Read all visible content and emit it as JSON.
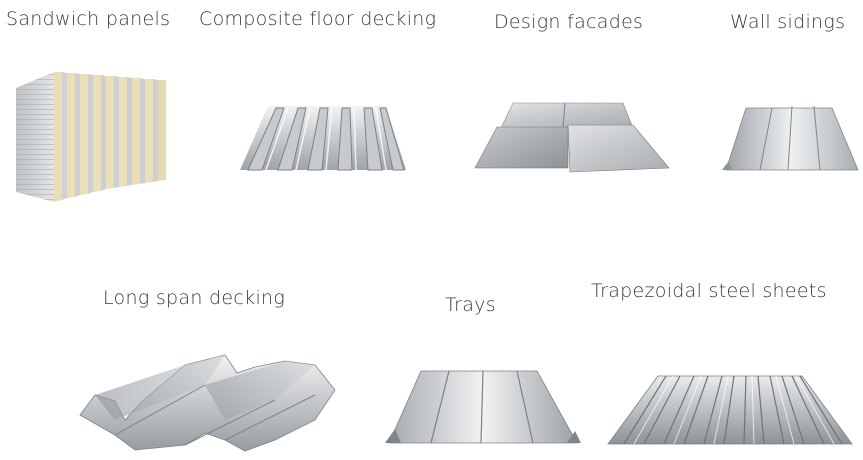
{
  "products": [
    {
      "id": "sandwich",
      "label": "Sandwich panels",
      "icon": "sandwich-panels-image"
    },
    {
      "id": "composite",
      "label": "Composite floor decking",
      "icon": "composite-floor-decking-image"
    },
    {
      "id": "facades",
      "label": "Design facades",
      "icon": "design-facades-image"
    },
    {
      "id": "wall",
      "label": "Wall sidings",
      "icon": "wall-sidings-image"
    },
    {
      "id": "longspan",
      "label": "Long span decking",
      "icon": "long-span-decking-image"
    },
    {
      "id": "trays",
      "label": "Trays",
      "icon": "trays-image"
    },
    {
      "id": "trapezoidal",
      "label": "Trapezoidal steel sheets",
      "icon": "trapezoidal-steel-sheets-image"
    }
  ],
  "colors": {
    "text": "#3a3a3a",
    "steel_light": "#e6e8ea",
    "steel_mid": "#b8bcc0",
    "steel_dark": "#7c8186",
    "foam": "#e8dcb0"
  }
}
